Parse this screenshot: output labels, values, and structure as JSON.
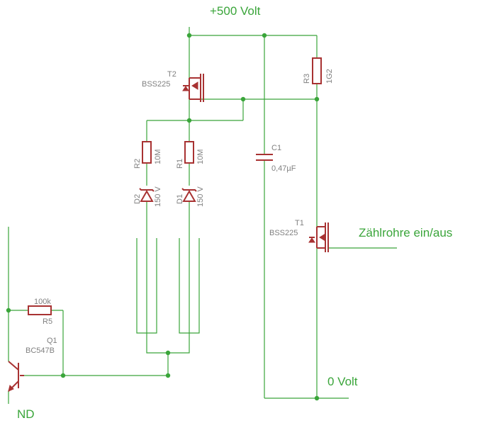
{
  "nets": {
    "vplus": "+500 Volt",
    "ground": "0 Volt",
    "switch": "Zählrohre ein/aus",
    "nd": "ND"
  },
  "parts": {
    "t2": {
      "name": "T2",
      "value": "BSS225"
    },
    "t1": {
      "name": "T1",
      "value": "BSS225"
    },
    "r3": {
      "name": "R3",
      "value": "1G2"
    },
    "r2": {
      "name": "R2",
      "value": "10M"
    },
    "r1": {
      "name": "R1",
      "value": "10M"
    },
    "d2": {
      "name": "D2",
      "value": "150 V"
    },
    "d1": {
      "name": "D1",
      "value": "150 V"
    },
    "c1": {
      "name": "C1",
      "value": "0,47µF"
    },
    "r5": {
      "name": "R5",
      "value": "100k"
    },
    "q1": {
      "name": "Q1",
      "value": "BC547B"
    }
  },
  "colors": {
    "wire": "#3aa53a",
    "component": "#a83232",
    "label": "#808080"
  }
}
